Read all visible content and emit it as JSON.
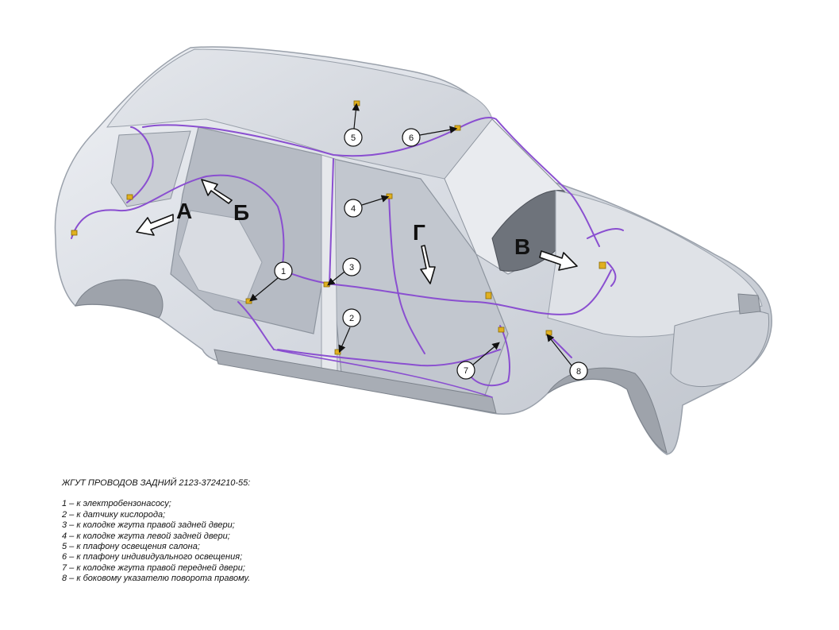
{
  "view_letters": [
    "А",
    "Б",
    "В",
    "Г"
  ],
  "callouts": [
    {
      "number": "1",
      "text": "к электробензонасосу;"
    },
    {
      "number": "2",
      "text": "к датчику кислорода;"
    },
    {
      "number": "3",
      "text": "к колодке жгута правой задней двери;"
    },
    {
      "number": "4",
      "text": "к колодке жгута левой задней двери;"
    },
    {
      "number": "5",
      "text": "к плафону освещения салона;"
    },
    {
      "number": "6",
      "text": "к плафону индивидуального освещения;"
    },
    {
      "number": "7",
      "text": "к колодке жгута правой передней двери;"
    },
    {
      "number": "8",
      "text": "к боковому указателю поворота правому."
    }
  ],
  "legend": {
    "title": "ЖГУТ ПРОВОДОВ ЗАДНИЙ 2123-3724210-55:",
    "items": [
      "1 – к электробензонасосу;",
      "2 – к датчику кислорода;",
      "3 – к колодке жгута правой задней двери;",
      "4 – к колодке жгута левой задней двери;",
      "5 – к плафону освещения салона;",
      "6 – к плафону индивидуального освещения;",
      "7 – к колодке жгута правой передней двери;",
      "8 – к боковому указателю поворота правому."
    ]
  },
  "colors": {
    "harness": "#8a4fd0",
    "body": "#d7dbe2",
    "body_edge": "#9aa1ab",
    "connector": "#e0b020"
  }
}
